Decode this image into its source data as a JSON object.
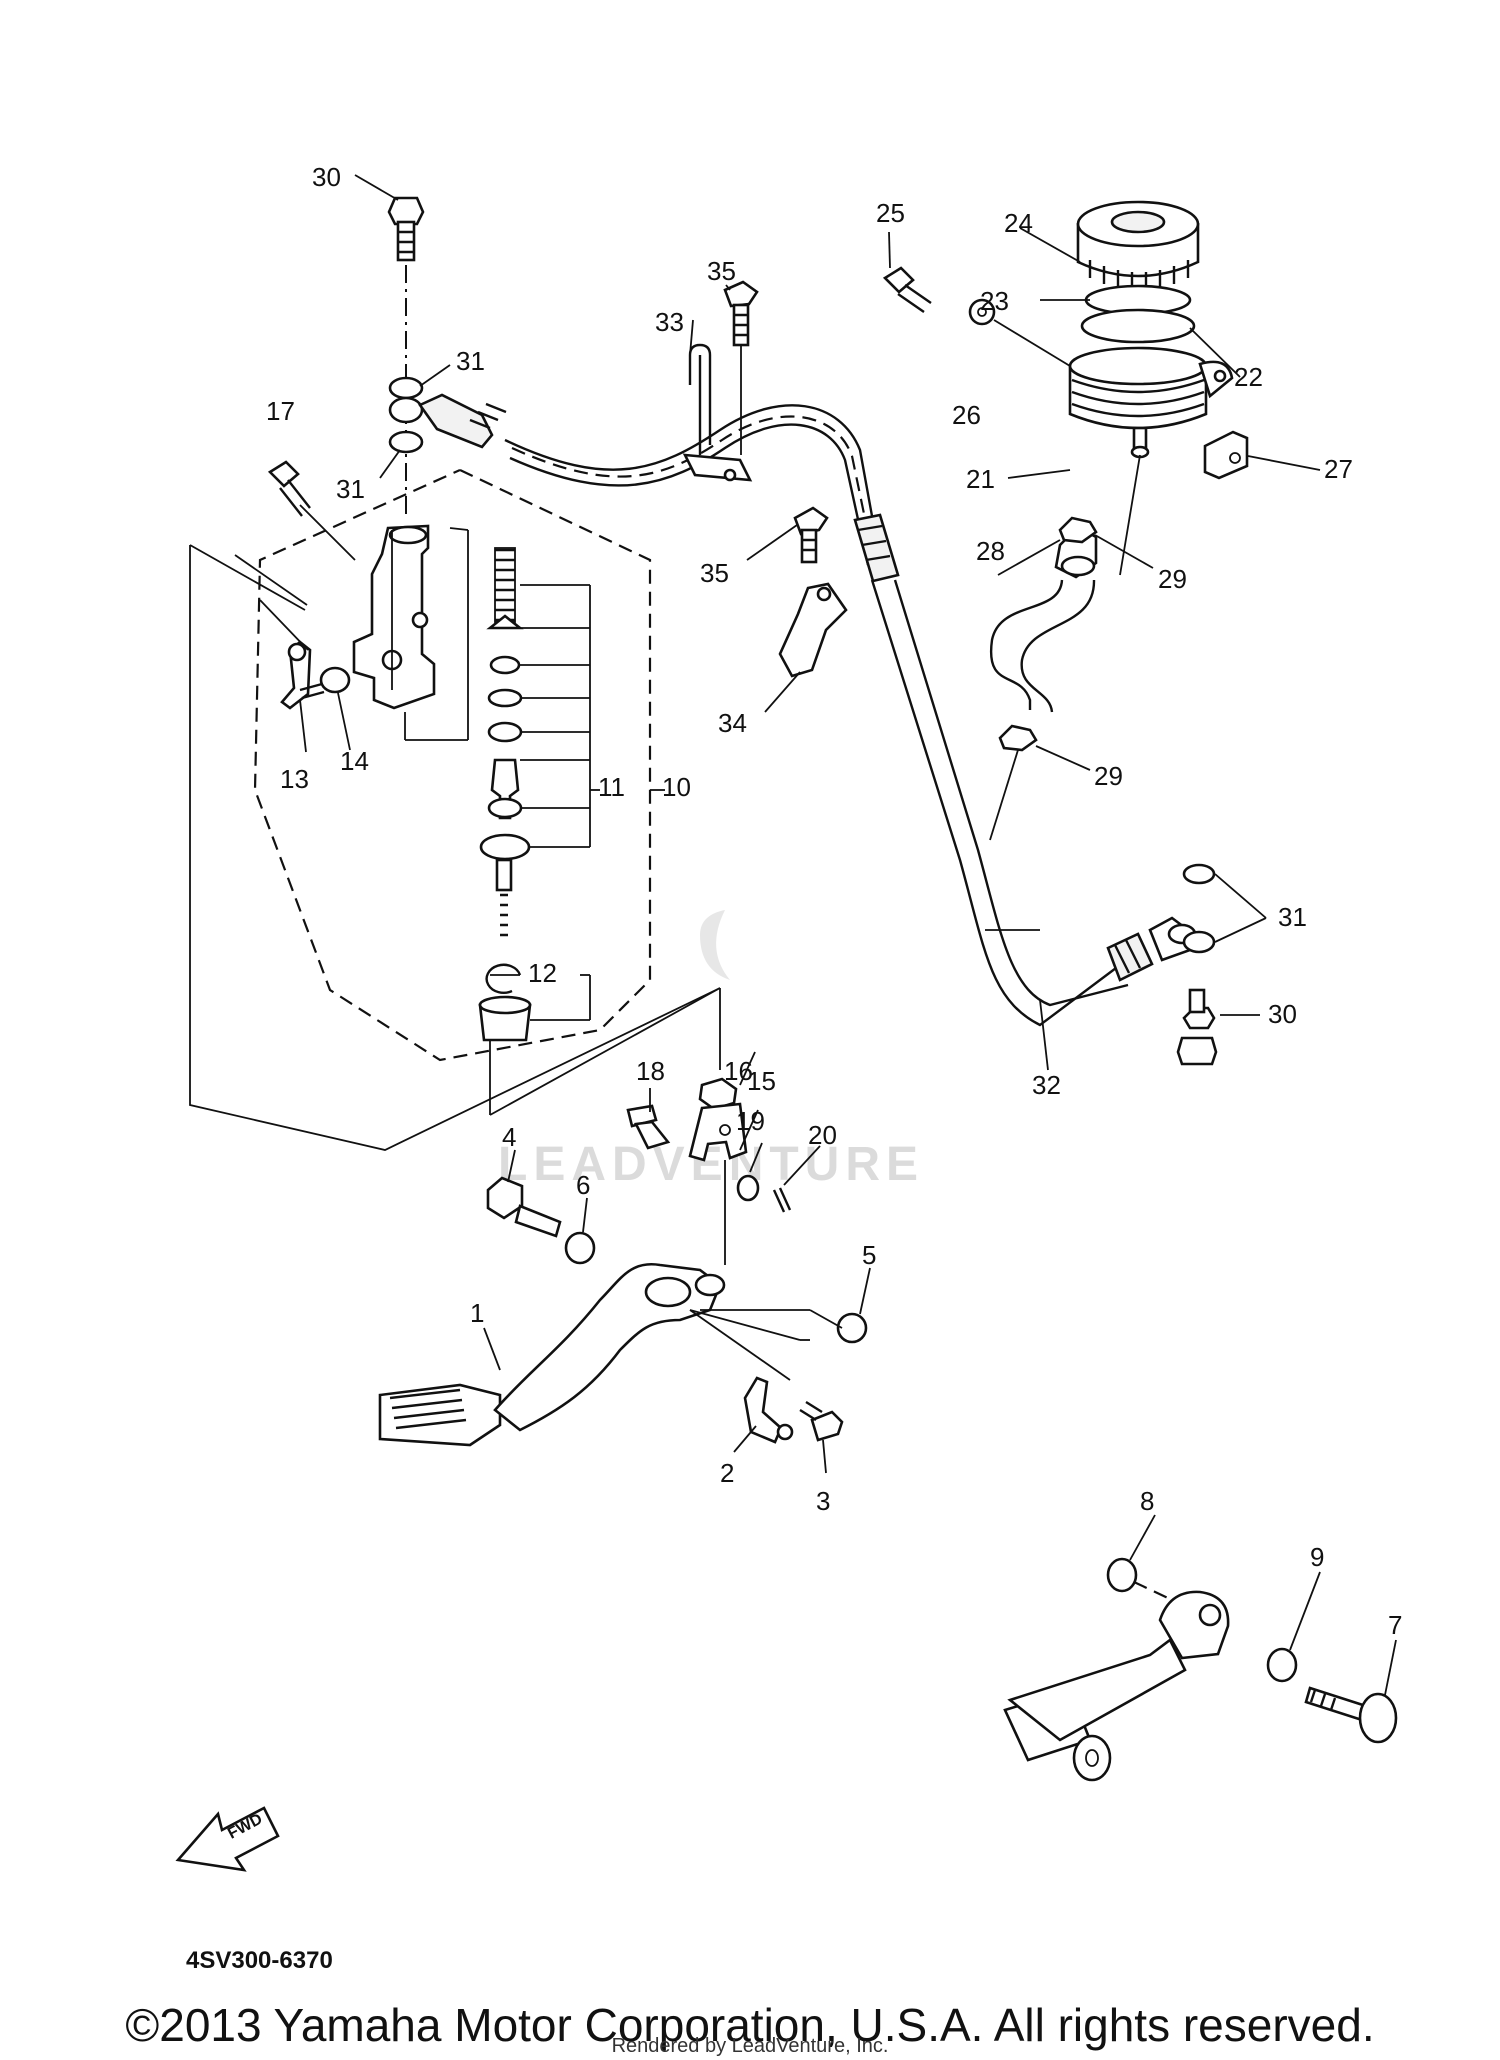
{
  "diagram": {
    "callouts": [
      {
        "id": "c1",
        "text": "1"
      },
      {
        "id": "c2",
        "text": "2"
      },
      {
        "id": "c3",
        "text": "3"
      },
      {
        "id": "c4",
        "text": "4"
      },
      {
        "id": "c5",
        "text": "5"
      },
      {
        "id": "c6",
        "text": "6"
      },
      {
        "id": "c7",
        "text": "7"
      },
      {
        "id": "c8",
        "text": "8"
      },
      {
        "id": "c9",
        "text": "9"
      },
      {
        "id": "c10",
        "text": "10"
      },
      {
        "id": "c11",
        "text": "11"
      },
      {
        "id": "c12",
        "text": "12"
      },
      {
        "id": "c13",
        "text": "13"
      },
      {
        "id": "c14",
        "text": "14"
      },
      {
        "id": "c15",
        "text": "15"
      },
      {
        "id": "c16",
        "text": "16"
      },
      {
        "id": "c17",
        "text": "17"
      },
      {
        "id": "c18",
        "text": "18"
      },
      {
        "id": "c19",
        "text": "19"
      },
      {
        "id": "c20",
        "text": "20"
      },
      {
        "id": "c21",
        "text": "21"
      },
      {
        "id": "c22",
        "text": "22"
      },
      {
        "id": "c23",
        "text": "23"
      },
      {
        "id": "c24",
        "text": "24"
      },
      {
        "id": "c25",
        "text": "25"
      },
      {
        "id": "c26",
        "text": "26"
      },
      {
        "id": "c27",
        "text": "27"
      },
      {
        "id": "c28",
        "text": "28"
      },
      {
        "id": "c29a",
        "text": "29"
      },
      {
        "id": "c29b",
        "text": "29"
      },
      {
        "id": "c30a",
        "text": "30"
      },
      {
        "id": "c30b",
        "text": "30"
      },
      {
        "id": "c31a",
        "text": "31"
      },
      {
        "id": "c31b",
        "text": "31"
      },
      {
        "id": "c31c",
        "text": "31"
      },
      {
        "id": "c32",
        "text": "32"
      },
      {
        "id": "c33",
        "text": "33"
      },
      {
        "id": "c34",
        "text": "34"
      },
      {
        "id": "c35a",
        "text": "35"
      },
      {
        "id": "c35b",
        "text": "35"
      }
    ],
    "fwd_label": "FWD",
    "diagram_code": "4SV300-6370",
    "watermark": "LEADVENTURE"
  },
  "footer": {
    "copyright": "©2013 Yamaha Motor Corporation, U.S.A. All rights reserved.",
    "rendered_by": "Rendered by LeadVenture, Inc."
  }
}
